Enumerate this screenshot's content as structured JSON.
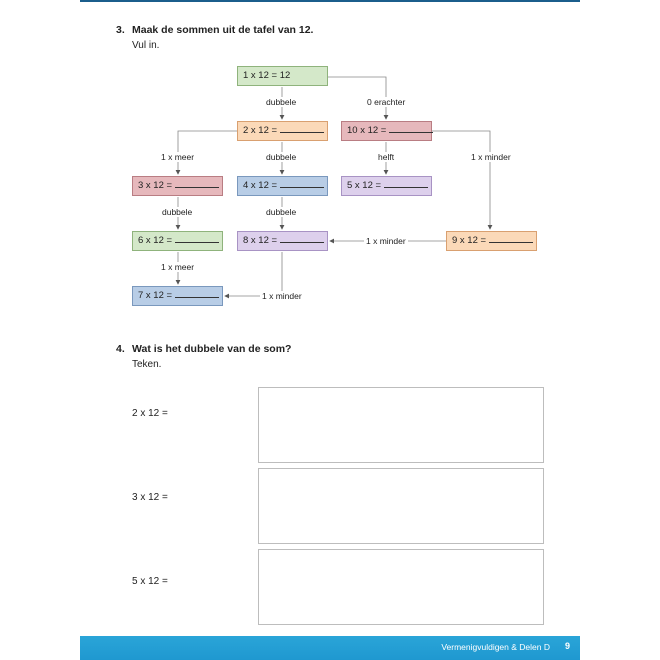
{
  "q3": {
    "number": "3.",
    "title": "Maak de sommen uit de tafel van 12.",
    "instruction": "Vul in.",
    "boxes": {
      "b1": "1 x 12 = 12",
      "b2": "2 x 12 =",
      "b10": "10 x 12 =",
      "b3": "3 x 12 =",
      "b4": "4 x 12 =",
      "b5": "5 x 12 =",
      "b6": "6 x 12 =",
      "b8": "8 x 12 =",
      "b9": "9 x 12 =",
      "b7": "7 x 12 ="
    },
    "labels": {
      "dubbele_1": "dubbele",
      "erachter": "0 erachter",
      "meer_1": "1 x meer",
      "dubbele_2": "dubbele",
      "helft": "helft",
      "minder_1": "1 x minder",
      "dubbele_3": "dubbele",
      "dubbele_4": "dubbele",
      "minder_2": "1 x minder",
      "meer_2": "1 x meer",
      "minder_3": "1 x minder"
    },
    "colors": {
      "green": "#d4e8c9",
      "orange": "#fbd9b8",
      "red": "#e6b8bc",
      "blue": "#b8cde6",
      "purple": "#ddd0ec"
    }
  },
  "q4": {
    "number": "4.",
    "title": "Wat is het dubbele van de som?",
    "instruction": "Teken.",
    "rows": [
      {
        "label": "2 x 12 ="
      },
      {
        "label": "3 x 12 ="
      },
      {
        "label": "5 x 12 ="
      }
    ]
  },
  "footer": {
    "text": "Vermenigvuldigen & Delen D",
    "page": "9",
    "color": "#1f98d0"
  }
}
